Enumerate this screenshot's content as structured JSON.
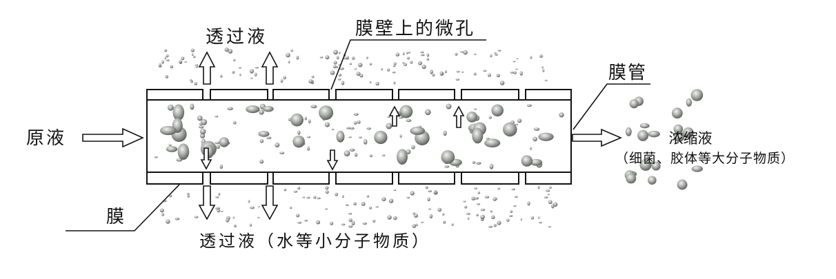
{
  "labels": {
    "permeate_top": "透过液",
    "micropore": "膜壁上的微孔",
    "membrane_tube": "膜管",
    "feed": "原液",
    "concentrate": "浓缩液",
    "concentrate_detail": "（细菌、胶体等大分子物质）",
    "membrane": "膜",
    "permeate_bottom": "透过液（水等小分子物质）"
  },
  "colors": {
    "line": "#111111",
    "particle_dark": "#6b6e6b",
    "particle_light": "#e9ebe9"
  }
}
